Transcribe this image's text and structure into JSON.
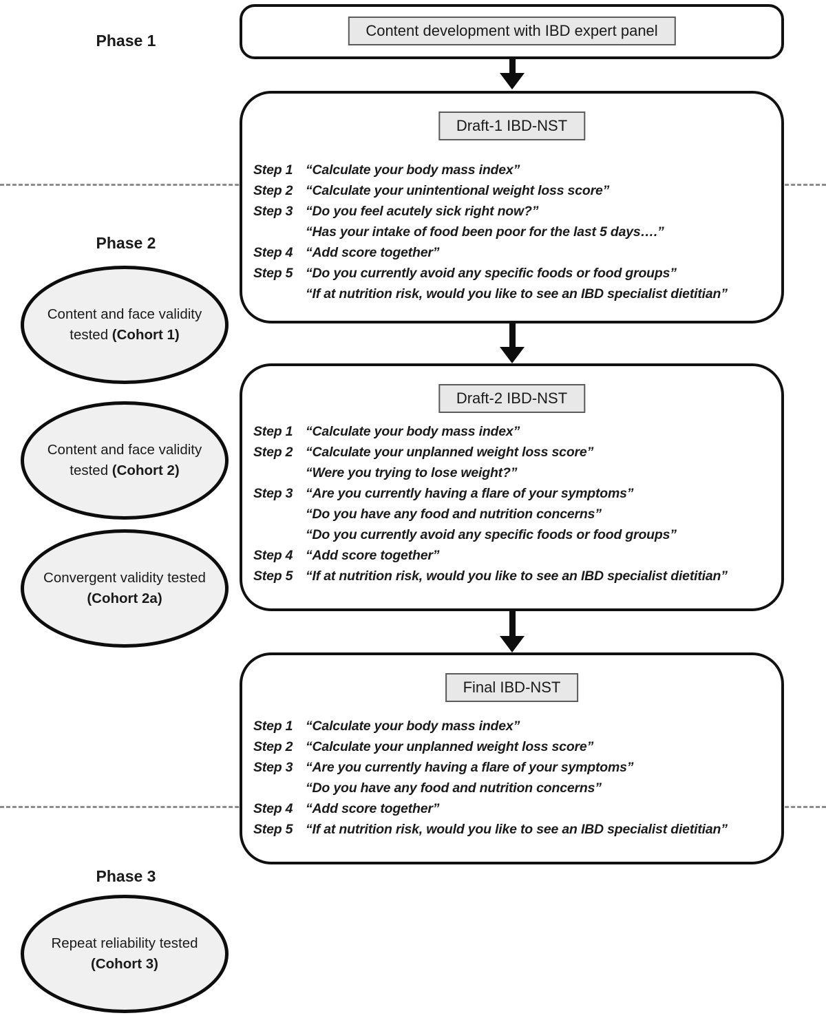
{
  "diagram": {
    "phase1_label": "Phase 1",
    "phase2_label": "Phase 2",
    "phase3_label": "Phase 3",
    "colors": {
      "box_border": "#111111",
      "header_fill": "#e8e8e8",
      "header_border": "#5a5a5a",
      "ellipse_fill": "#f0f0f0",
      "dashed_line": "#8c8c8c"
    },
    "top_box": {
      "title": "Content development with IBD expert panel"
    },
    "draft1": {
      "title": "Draft-1 IBD-NST",
      "rows": [
        {
          "label": "Step 1",
          "text": "“Calculate your body mass index”"
        },
        {
          "label": "Step 2",
          "text": "“Calculate your unintentional weight loss score”"
        },
        {
          "label": "Step 3",
          "text": "“Do you feel acutely sick right now?”"
        },
        {
          "label": "",
          "text": "“Has your intake of food been poor for the last 5 days….”"
        },
        {
          "label": "Step 4",
          "text": "“Add score together”"
        },
        {
          "label": "Step 5",
          "text": "“Do you currently avoid any specific foods or food groups”"
        },
        {
          "label": "",
          "text": "“If at nutrition risk, would you like to see an IBD specialist dietitian”"
        }
      ]
    },
    "draft2": {
      "title": "Draft-2 IBD-NST",
      "rows": [
        {
          "label": "Step 1",
          "text": "“Calculate your body mass index”"
        },
        {
          "label": "Step 2",
          "text": "“Calculate your unplanned weight loss score”"
        },
        {
          "label": "",
          "text": "“Were you trying to lose weight?”"
        },
        {
          "label": "Step 3",
          "text": "“Are you currently having a flare of your symptoms”"
        },
        {
          "label": "",
          "text": "“Do you have any food and nutrition concerns”"
        },
        {
          "label": "",
          "text": "“Do you currently avoid any specific foods or food groups”"
        },
        {
          "label": "Step 4",
          "text": "“Add score together”"
        },
        {
          "label": "Step 5",
          "text": "“If at nutrition risk, would you like to see an IBD specialist dietitian”"
        }
      ]
    },
    "final": {
      "title": "Final IBD-NST",
      "rows": [
        {
          "label": "Step 1",
          "text": "“Calculate your body mass index”"
        },
        {
          "label": "Step 2",
          "text": "“Calculate your unplanned weight loss score”"
        },
        {
          "label": "Step 3",
          "text": "“Are you currently having a flare of your symptoms”"
        },
        {
          "label": "",
          "text": "“Do you have any food and nutrition concerns”"
        },
        {
          "label": "Step 4",
          "text": "“Add score together”"
        },
        {
          "label": "Step 5",
          "text": "“If at nutrition risk, would you like to see an IBD specialist dietitian”"
        }
      ]
    },
    "ellipses": [
      {
        "line1": "Content and face validity",
        "line2_prefix": "tested ",
        "line2_bold": "(Cohort 1)"
      },
      {
        "line1": "Content and face validity",
        "line2_prefix": "tested ",
        "line2_bold": "(Cohort 2)"
      },
      {
        "line1": "Convergent validity tested",
        "line2_prefix": "",
        "line2_bold": "(Cohort 2a)"
      },
      {
        "line1": "Repeat reliability tested",
        "line2_prefix": "",
        "line2_bold": "(Cohort 3)"
      }
    ]
  }
}
